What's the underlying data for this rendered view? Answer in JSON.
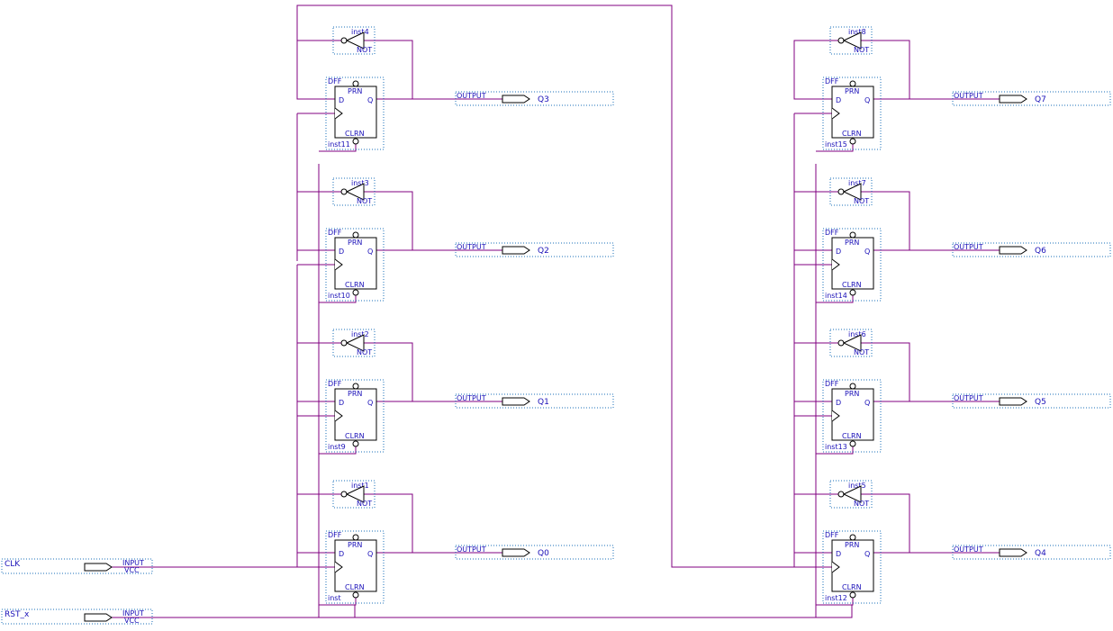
{
  "colors": {
    "wire": "#800080",
    "label": "#1a10b8",
    "symbol": "#000000",
    "outline": "#1a6fb8"
  },
  "dff_text": {
    "type": "DFF",
    "prn": "PRN",
    "clrn": "CLRN",
    "d": "D",
    "q": "Q"
  },
  "not_text": "NOT",
  "io_text": {
    "output": "OUTPUT",
    "input": "INPUT",
    "vcc": "VCC"
  },
  "inputs": [
    {
      "name": "CLK"
    },
    {
      "name": "RST_x"
    }
  ],
  "left_column": {
    "dffs": [
      "inst11",
      "inst10",
      "inst9",
      "inst"
    ],
    "nots": [
      "inst4",
      "inst3",
      "inst2",
      "inst1"
    ],
    "outputs": [
      "Q3",
      "Q2",
      "Q1",
      "Q0"
    ]
  },
  "right_column": {
    "dffs": [
      "inst15",
      "inst14",
      "inst13",
      "inst12"
    ],
    "nots": [
      "inst8",
      "inst7",
      "inst6",
      "inst5"
    ],
    "outputs": [
      "Q7",
      "Q6",
      "Q5",
      "Q4"
    ]
  }
}
